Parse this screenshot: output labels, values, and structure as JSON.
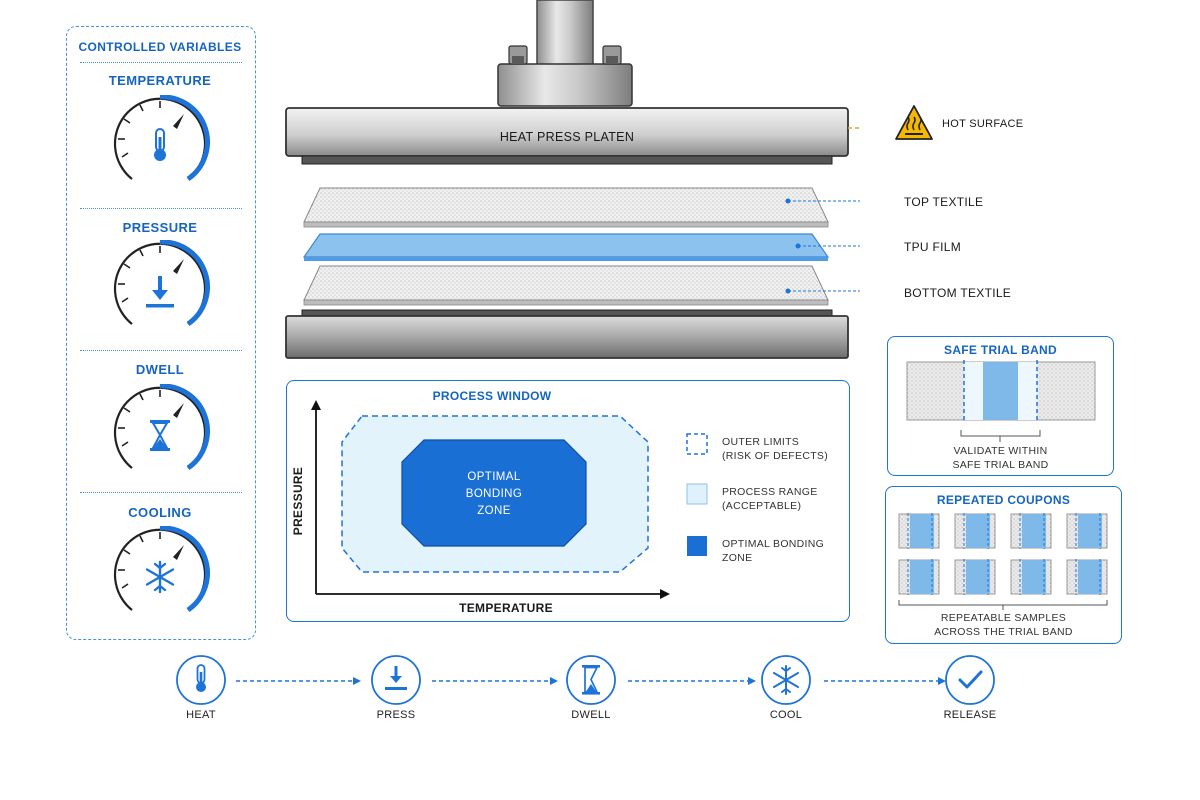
{
  "sidebar": {
    "title": "CONTROLLED VARIABLES",
    "gauges": [
      {
        "label": "TEMPERATURE",
        "icon": "thermometer-icon"
      },
      {
        "label": "PRESSURE",
        "icon": "press-down-icon"
      },
      {
        "label": "DWELL",
        "icon": "hourglass-icon"
      },
      {
        "label": "COOLING",
        "icon": "snowflake-icon"
      }
    ]
  },
  "press": {
    "platen_label": "HEAT PRESS PLATEN",
    "hot_surface_label": "HOT SURFACE",
    "layers": {
      "top": "TOP TEXTILE",
      "film": "TPU FILM",
      "bottom": "BOTTOM TEXTILE"
    }
  },
  "process_window": {
    "title": "PROCESS WINDOW",
    "y_axis": "PRESSURE",
    "x_axis": "TEMPERATURE",
    "zone_label": [
      "OPTIMAL",
      "BONDING",
      "ZONE"
    ],
    "legend": [
      {
        "line1": "OUTER LIMITS",
        "line2": "(RISK OF DEFECTS)"
      },
      {
        "line1": "PROCESS RANGE",
        "line2": "(ACCEPTABLE)"
      },
      {
        "line1": "OPTIMAL BONDING",
        "line2": "ZONE"
      }
    ]
  },
  "safe_trial": {
    "title": "SAFE TRIAL BAND",
    "caption_line1": "VALIDATE WITHIN",
    "caption_line2": "SAFE TRIAL BAND"
  },
  "coupons": {
    "title": "REPEATED COUPONS",
    "caption_line1": "REPEATABLE SAMPLES",
    "caption_line2": "ACROSS THE TRIAL BAND"
  },
  "steps": [
    {
      "label": "HEAT",
      "icon": "thermometer-icon"
    },
    {
      "label": "PRESS",
      "icon": "press-down-icon"
    },
    {
      "label": "DWELL",
      "icon": "hourglass-icon"
    },
    {
      "label": "COOL",
      "icon": "snowflake-icon"
    },
    {
      "label": "RELEASE",
      "icon": "checkmark-icon"
    }
  ],
  "colors": {
    "accent": "#1565c0",
    "optimal_zone": "#1e73d8",
    "process_range": "#dff1fb",
    "tpu_film": "#7fb9ea",
    "warning": "#f5b800"
  }
}
